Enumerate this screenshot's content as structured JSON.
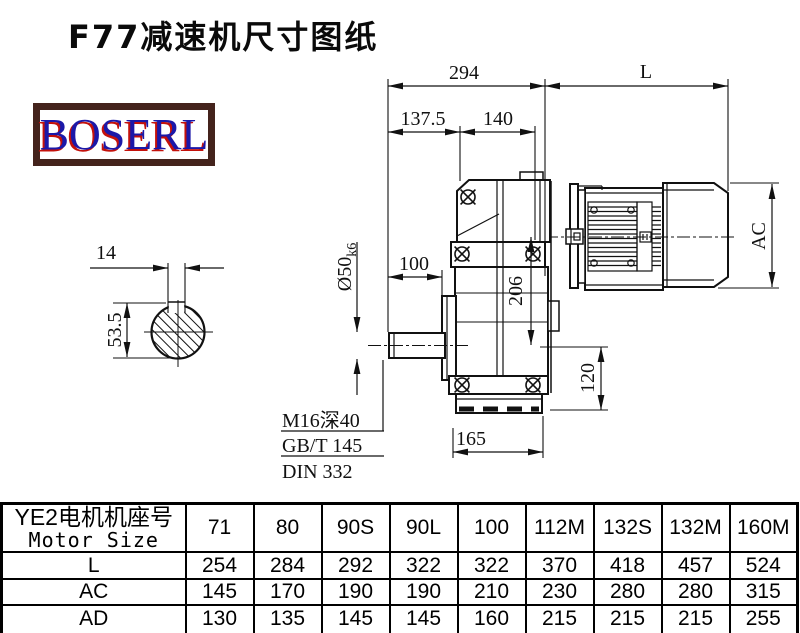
{
  "title": "F77减速机尺寸图纸",
  "logo": {
    "text": "BOSERL",
    "text_color": "#1c18a8",
    "shadow_color": "#c4110b",
    "frame_color": "#44231c"
  },
  "drawing": {
    "dimensions": {
      "overall_width": "294",
      "motor_length": "L",
      "flange_offset": "137.5",
      "body_width": "140",
      "shaft_length": "100",
      "center_height": "206",
      "base_height": "120",
      "base_width": "165",
      "motor_height": "AC",
      "shaft_diameter": "Ø50",
      "shaft_tolerance": "k6",
      "keyway_width": "14",
      "keyway_height": "53.5"
    },
    "annotations": {
      "tapped_hole": "M16深40",
      "standard_1": "GB/T 145",
      "standard_2": "DIN 332"
    }
  },
  "table": {
    "header_cn": "YE2电机机座号",
    "header_en": "Motor Size",
    "columns": [
      "71",
      "80",
      "90S",
      "90L",
      "100",
      "112M",
      "132S",
      "132M",
      "160M"
    ],
    "rows": [
      {
        "label": "L",
        "values": [
          "254",
          "284",
          "292",
          "322",
          "322",
          "370",
          "418",
          "457",
          "524"
        ]
      },
      {
        "label": "AC",
        "values": [
          "145",
          "170",
          "190",
          "190",
          "210",
          "230",
          "280",
          "280",
          "315"
        ]
      },
      {
        "label": "AD",
        "values": [
          "130",
          "135",
          "145",
          "145",
          "160",
          "215",
          "215",
          "215",
          "255"
        ]
      }
    ]
  }
}
